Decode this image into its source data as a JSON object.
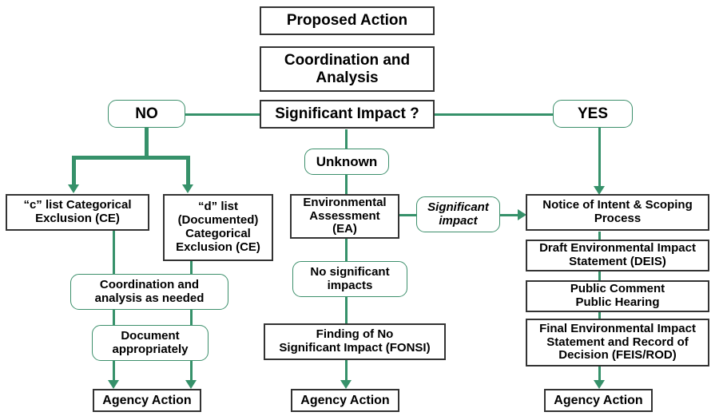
{
  "diagram": {
    "title": "NEPA Environmental Review Process Flowchart",
    "colors": {
      "connector_green": "#36916a",
      "rounded_border_green": "#3c8f6b",
      "rect_border_gray": "#333333",
      "background": "#ffffff",
      "text": "#000000"
    }
  },
  "nodes": {
    "proposed_action": "Proposed Action",
    "coordination_analysis": "Coordination and\nAnalysis",
    "significant_impact_question": "Significant Impact ?",
    "decision_no": "NO",
    "decision_yes": "YES",
    "decision_unknown": "Unknown",
    "c_list": "“c” list  Categorical\nExclusion (CE)",
    "d_list": "“d” list\n(Documented)\nCategorical\nExclusion (CE)",
    "coordination_as_needed": "Coordination and\nanalysis as needed",
    "document_appropriately": "Document\nappropriately",
    "agency_action_left": "Agency Action",
    "environmental_assessment": "Environmental\nAssessment\n(EA)",
    "no_significant_impacts": "No significant\nimpacts",
    "fonsi": "Finding of No\nSignificant Impact (FONSI)",
    "agency_action_middle": "Agency Action",
    "significant_impact_callout": "Significant\nimpact",
    "notice_of_intent": "Notice of Intent & Scoping\nProcess",
    "deis": "Draft Environmental Impact\nStatement (DEIS)",
    "public_comment": "Public Comment\nPublic Hearing",
    "feis_rod": "Final Environmental Impact\nStatement  and  Record of\nDecision (FEIS/ROD)",
    "agency_action_right": "Agency Action"
  }
}
